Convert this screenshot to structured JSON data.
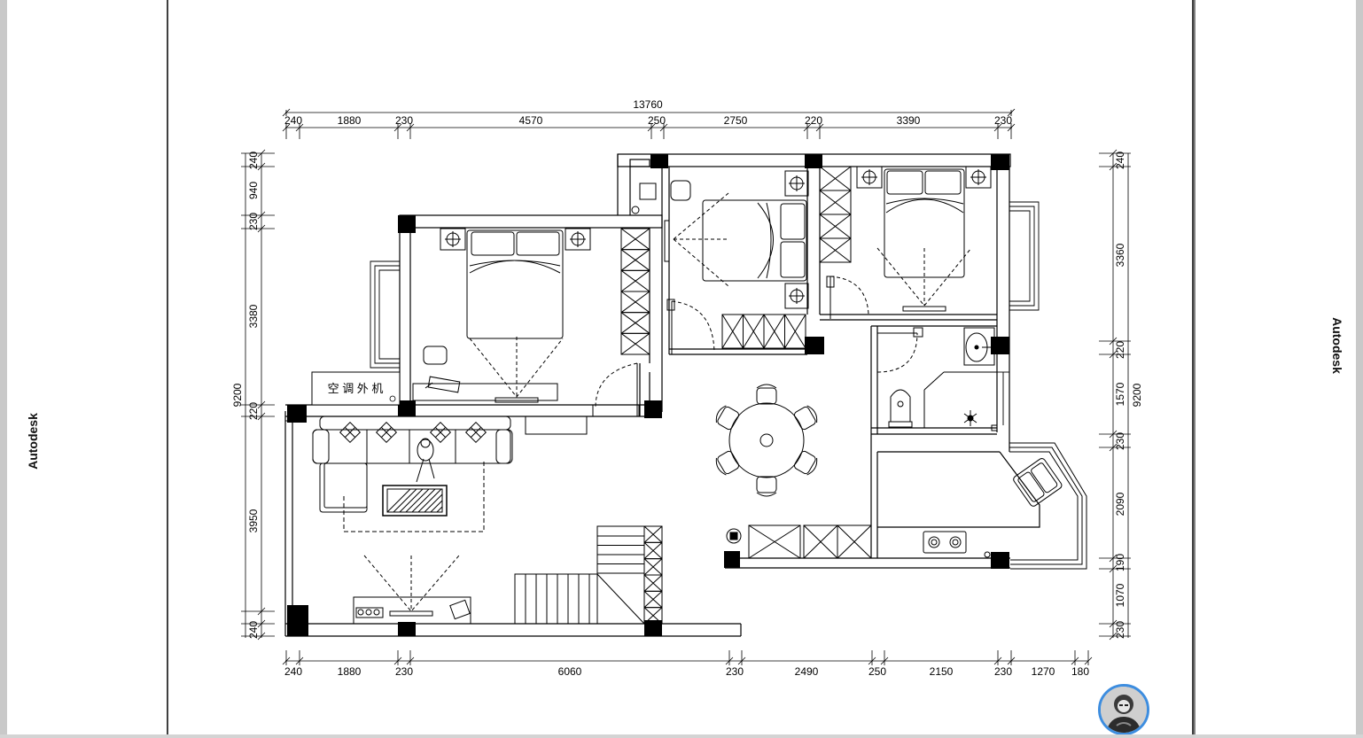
{
  "watermark": {
    "left": "Autodesk",
    "right": "Autodesk"
  },
  "plan": {
    "ac_unit_label": "空 调 外 机",
    "dims_top_total": "13760",
    "dims_top": [
      "240",
      "1880",
      "230",
      "4570",
      "250",
      "2750",
      "220",
      "3390",
      "230"
    ],
    "dims_bottom": [
      "240",
      "1880",
      "230",
      "6060",
      "230",
      "2490",
      "250",
      "2150",
      "230",
      "1270",
      "180"
    ],
    "dims_left_total": "9200",
    "dims_left": [
      "240",
      "940",
      "230",
      "3380",
      "220",
      "3950",
      "240"
    ],
    "dims_right_total": "9200",
    "dims_right": [
      "240",
      "3360",
      "220",
      "1570",
      "230",
      "2090",
      "190",
      "1070",
      "230"
    ]
  },
  "avatar": {
    "name": "user-avatar"
  }
}
